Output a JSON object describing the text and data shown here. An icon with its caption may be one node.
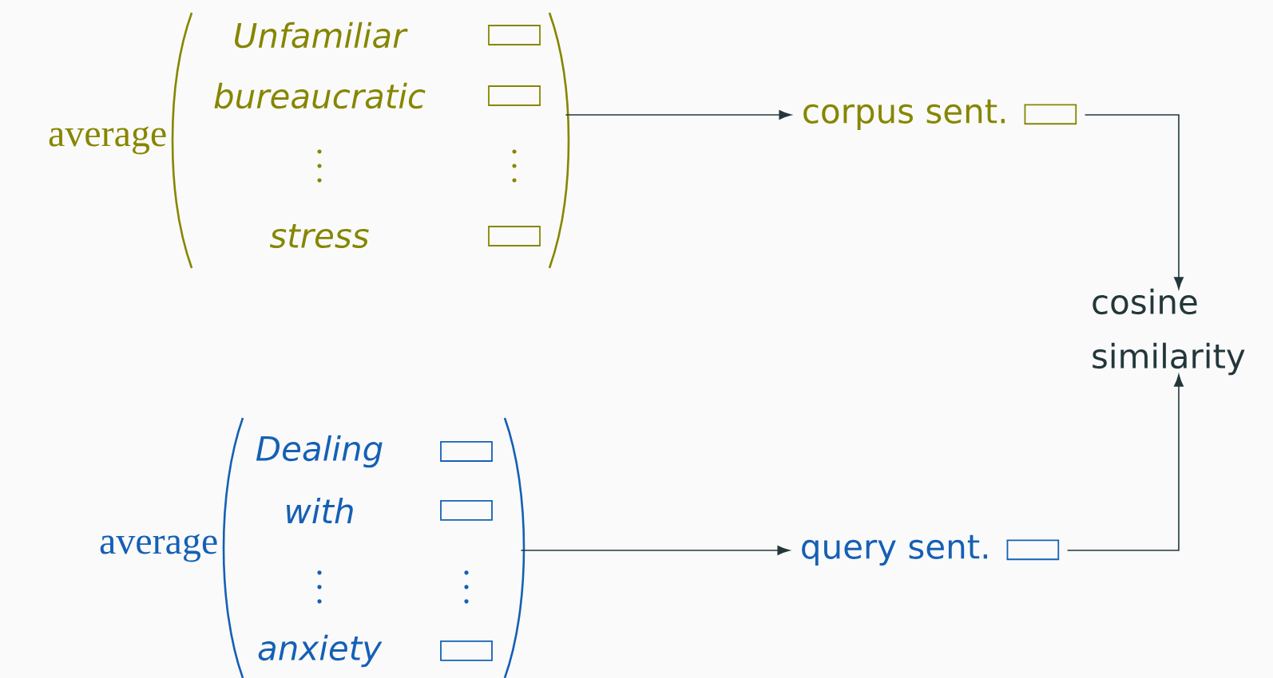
{
  "diagram": {
    "nodes": [
      {
        "text": [
          "Unfamiliar",
          "bureaucratic",
          "stress"
        ],
        "beside": [
          "average"
        ]
      },
      {
        "text": [
          "corpus sent."
        ]
      },
      {
        "text": [
          "cosine similarity"
        ]
      },
      {
        "text": [
          "Dealing",
          "with",
          "anxiety"
        ],
        "beside": [
          "average"
        ]
      },
      {
        "text": [
          "query sent."
        ]
      }
    ],
    "edges": [
      {
        "from": 0,
        "to": 1,
        "arrow": "to"
      },
      {
        "from": 1,
        "to": 2,
        "arrow": "to"
      },
      {
        "from": 3,
        "to": 4,
        "arrow": "to"
      },
      {
        "from": 4,
        "to": 2,
        "arrow": "to"
      }
    ]
  }
}
